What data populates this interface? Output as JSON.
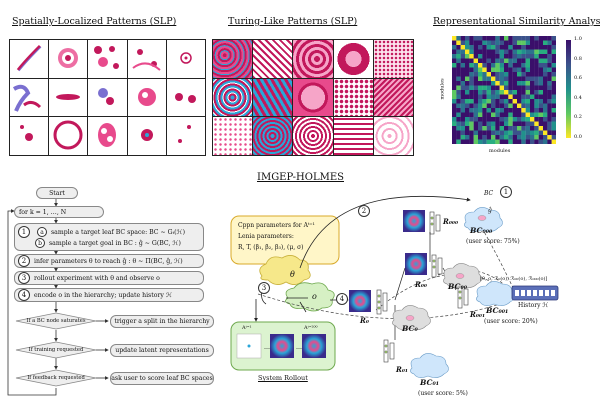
{
  "top": {
    "slp_title": "Spatially-Localized Patterns (SLP)",
    "tlp_title": "Turing-Like Patterns (SLP)",
    "rsa_title": "Representational Similarity Analysis",
    "rsa_axis_label": "modules",
    "rsa_colorbar_ticks": [
      "1.0",
      "0.8",
      "0.6",
      "0.4",
      "0.2",
      "0.0"
    ]
  },
  "holmes_title": "IMGEP-HOLMES",
  "flowchart": {
    "start": "Start",
    "loop": "for k = 1, …, N",
    "step1": "1",
    "step1a_tag": "a",
    "step1a": "sample a target leaf BC space: BC ~ Gₜ(ℋ)",
    "step1b_tag": "b",
    "step1b": "sample a target goal in BC : ĝ ~ G(BC, ℋ)",
    "step2": "2",
    "step2_text": "infer parameters θ to reach ĝ : θ ~ Π(BC, ĝ, ℋ)",
    "step3": "3",
    "step3_text": "rollout experiment with θ and observe o",
    "step4": "4",
    "step4_text": "encode o in the hierarchy; update history ℋ",
    "d1": "If a BC node saturates",
    "a1": "trigger a split in the hierarchy",
    "d2": "If training requested",
    "a2": "update latent representations",
    "d3": "If feedback requested",
    "a3": "ask user to score leaf BC spaces"
  },
  "hierarchy": {
    "params_line1": "Cppn parameters for Aᵗ⁼¹",
    "params_line2": "Lenia parameters:",
    "params_line3": "R, T, (β₁, β₂, β₃), (μ, σ)",
    "theta": "θ",
    "obs": "o",
    "rollout_label": "System Rollout",
    "a_t1": "Aᵗ⁼¹",
    "a_t2": "Aᵗ⁼²⁰⁰",
    "n2": "2",
    "n1": "1",
    "n3": "3",
    "n4": "4",
    "bc0": "BC₀",
    "bc00": "BC₀₀",
    "bc000": "BC₀₀₀",
    "bc001": "BC₀₀₁",
    "bc01": "BC₀₁",
    "r0": "R₀",
    "r00": "R₀₀",
    "r000": "R₀₀₀",
    "r001": "R₀₀₁",
    "r01": "R₀₁",
    "score000": "(user score: 75%)",
    "score001": "(user score: 20%)",
    "score01": "(user score: 5%)",
    "hist_tuple": "[θ, o, ℛ₀(o), ℛ₀₀(o), ℛ₀₀₀(o)]",
    "hist_label": "History ℋ",
    "bc_hat": "BC",
    "g_hat": "ĝ"
  },
  "colors": {
    "magenta": "#c2185b",
    "pink": "#e84a8c",
    "cyan": "#2aa6d8",
    "yellow_bubble": "#fff6c8",
    "yellow_border": "#d8a92a",
    "green_bubble": "#dcf3d0",
    "cloud_blue": "#cfe6fb",
    "cloud_gray": "#dedede"
  }
}
